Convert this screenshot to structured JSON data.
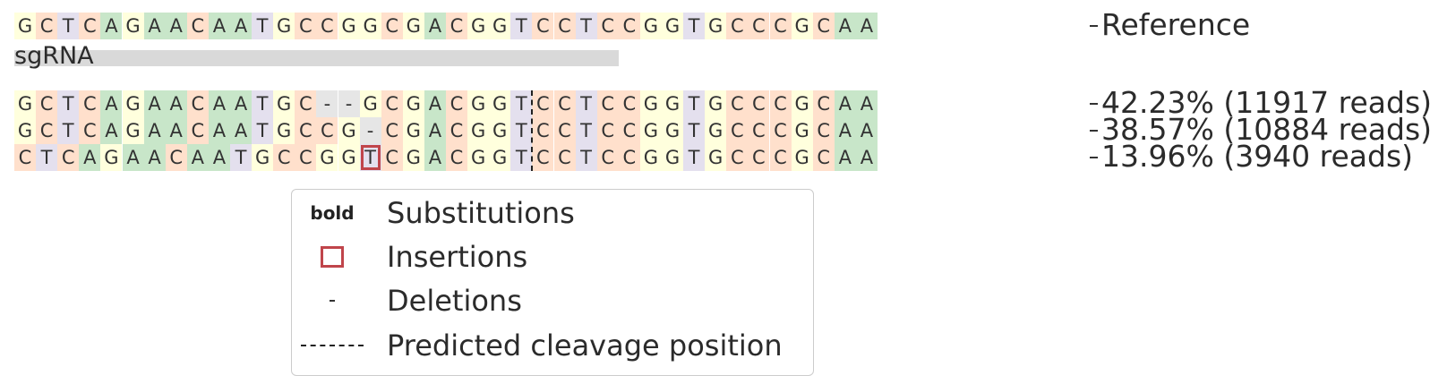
{
  "colors": {
    "A": "#c8e6c9",
    "C": "#ffe0cc",
    "G": "#ffffdd",
    "T": "#e4e0ee",
    "gap": "#e6e6e6",
    "insertion_box": "#c0454b",
    "sgrna_bar": "#d9d9d9"
  },
  "reference": {
    "sequence": "GCTCAGAACAATGCCGGCGACGGTCCTCCGGTGCCCGCAA",
    "label": "Reference"
  },
  "sgrna": {
    "label": "sgRNA",
    "start": 0,
    "end": 28
  },
  "cleavage_index": 24,
  "alleles": [
    {
      "sequence": "GCTCAGAACAATGC--GCGACGGTCCTCCGGTGCCCGCAA",
      "label": "42.23% (11917 reads)",
      "insertions": []
    },
    {
      "sequence": "GCTCAGAACAATGCCG-CGACGGTCCTCCGGTGCCCGCAA",
      "label": "38.57% (10884 reads)",
      "insertions": []
    },
    {
      "sequence": "CTCAGAACAATGCCGGTCGACGGTCCTCCGGTGCCCGCAA",
      "label": "13.96% (3940 reads)",
      "insertions": [
        16
      ]
    }
  ],
  "legend": {
    "bold_symbol": "bold",
    "items": [
      "Substitutions",
      "Insertions",
      "Deletions",
      "Predicted cleavage position"
    ]
  }
}
